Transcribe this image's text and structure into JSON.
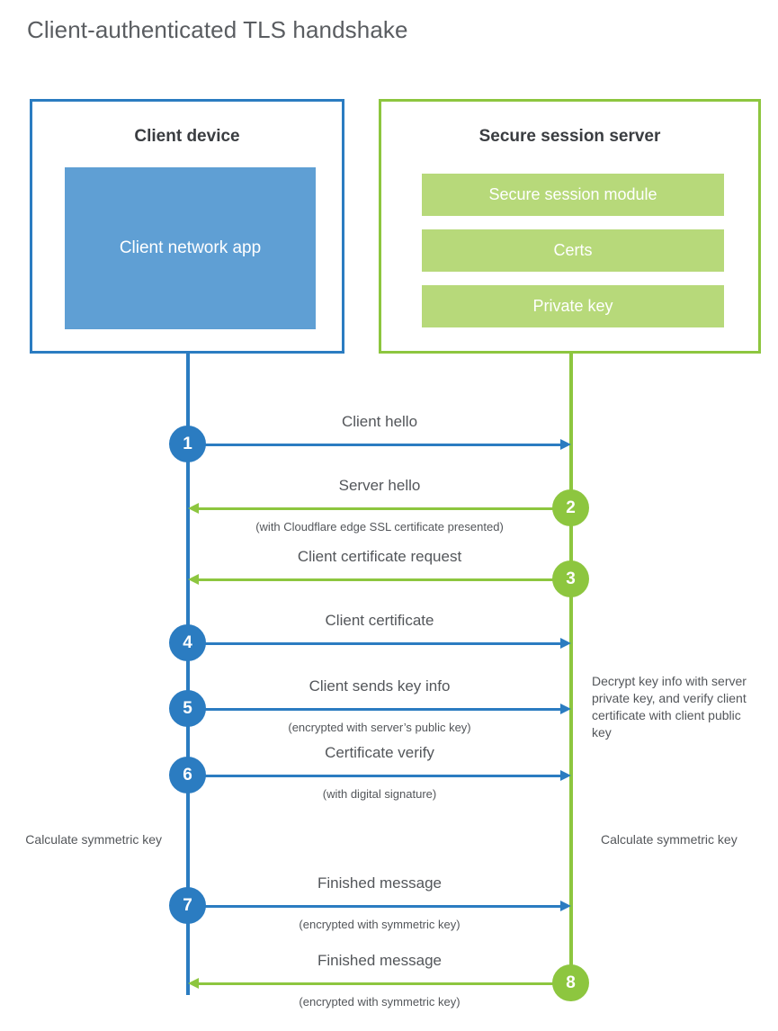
{
  "title": "Client-authenticated TLS handshake",
  "colors": {
    "blue_line": "#2b7cc1",
    "green_line": "#8dc63f",
    "blue_fill": "#5f9fd4",
    "green_fill": "#b7d97a",
    "text": "#53565a"
  },
  "client": {
    "title": "Client device",
    "app_label": "Client network app"
  },
  "server": {
    "title": "Secure session server",
    "items": [
      {
        "label": "Secure session module"
      },
      {
        "label": "Certs"
      },
      {
        "label": "Private key"
      }
    ]
  },
  "steps": [
    {
      "number": "1",
      "label": "Client hello",
      "sub": "",
      "direction": "to-right",
      "color": "blue"
    },
    {
      "number": "2",
      "label": "Server hello",
      "sub": "(with Cloudflare edge SSL certificate presented)",
      "direction": "to-left",
      "color": "green"
    },
    {
      "number": "3",
      "label": "Client certificate request",
      "sub": "",
      "direction": "to-left",
      "color": "green"
    },
    {
      "number": "4",
      "label": "Client certificate",
      "sub": "",
      "direction": "to-right",
      "color": "blue"
    },
    {
      "number": "5",
      "label": "Client sends key info",
      "sub": "(encrypted with server’s public key)",
      "direction": "to-right",
      "color": "blue"
    },
    {
      "number": "6",
      "label": "Certificate verify",
      "sub": "(with digital signature)",
      "direction": "to-right",
      "color": "blue"
    },
    {
      "number": "7",
      "label": "Finished message",
      "sub": "(encrypted with symmetric key)",
      "direction": "to-right",
      "color": "blue"
    },
    {
      "number": "8",
      "label": "Finished message",
      "sub": "(encrypted with symmetric key)",
      "direction": "to-left",
      "color": "green"
    }
  ],
  "notes": {
    "decrypt": "Decrypt key info with server private key, and verify client certificate with client public key",
    "calculate_client": "Calculate symmetric key",
    "calculate_server": "Calculate symmetric key"
  }
}
